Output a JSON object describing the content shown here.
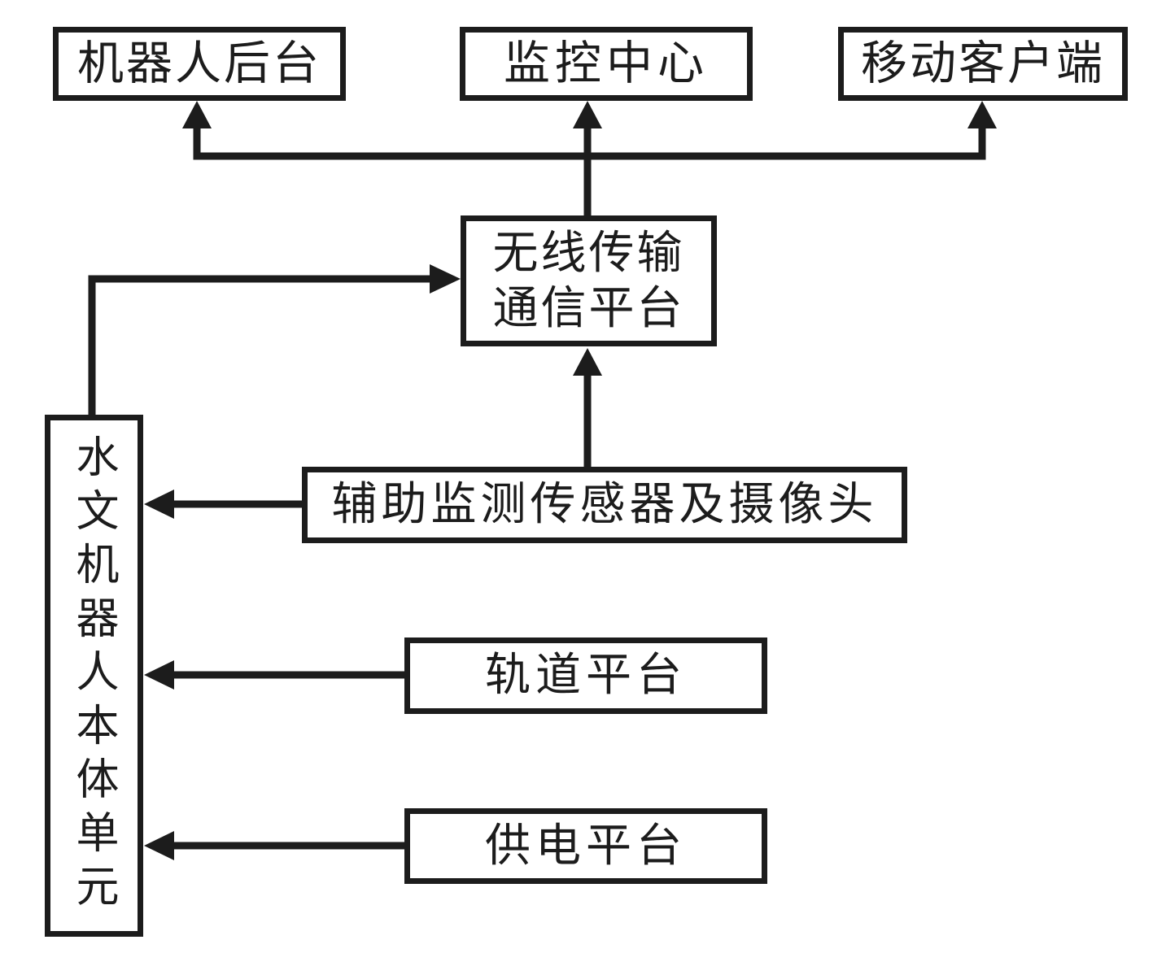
{
  "diagram": {
    "type": "block-diagram",
    "colors": {
      "background": "#ffffff",
      "line": "#1c1c1c",
      "box_fill": "#ffffff"
    },
    "nodes": {
      "robot_backend": {
        "label": "机器人后台"
      },
      "monitoring_center": {
        "label": "监控中心"
      },
      "mobile_client": {
        "label": "移动客户端"
      },
      "wireless_platform": {
        "lines": [
          "无线传输",
          "通信平台"
        ],
        "label": "无线传输通信平台"
      },
      "robot_body_unit": {
        "label": "水文机器人本体单元",
        "orientation": "vertical"
      },
      "aux_sensors": {
        "label": "辅助监测传感器及摄像头"
      },
      "track_platform": {
        "label": "轨道平台"
      },
      "power_platform": {
        "label": "供电平台"
      }
    },
    "edges": [
      {
        "from": "wireless_platform",
        "to": "robot_backend",
        "arrow": "up"
      },
      {
        "from": "wireless_platform",
        "to": "monitoring_center",
        "arrow": "up"
      },
      {
        "from": "wireless_platform",
        "to": "mobile_client",
        "arrow": "up"
      },
      {
        "from": "robot_body_unit",
        "to": "wireless_platform",
        "arrow": "right"
      },
      {
        "from": "aux_sensors",
        "to": "wireless_platform",
        "arrow": "up"
      },
      {
        "from": "aux_sensors",
        "to": "robot_body_unit",
        "arrow": "left"
      },
      {
        "from": "track_platform",
        "to": "robot_body_unit",
        "arrow": "left"
      },
      {
        "from": "power_platform",
        "to": "robot_body_unit",
        "arrow": "left"
      }
    ]
  }
}
